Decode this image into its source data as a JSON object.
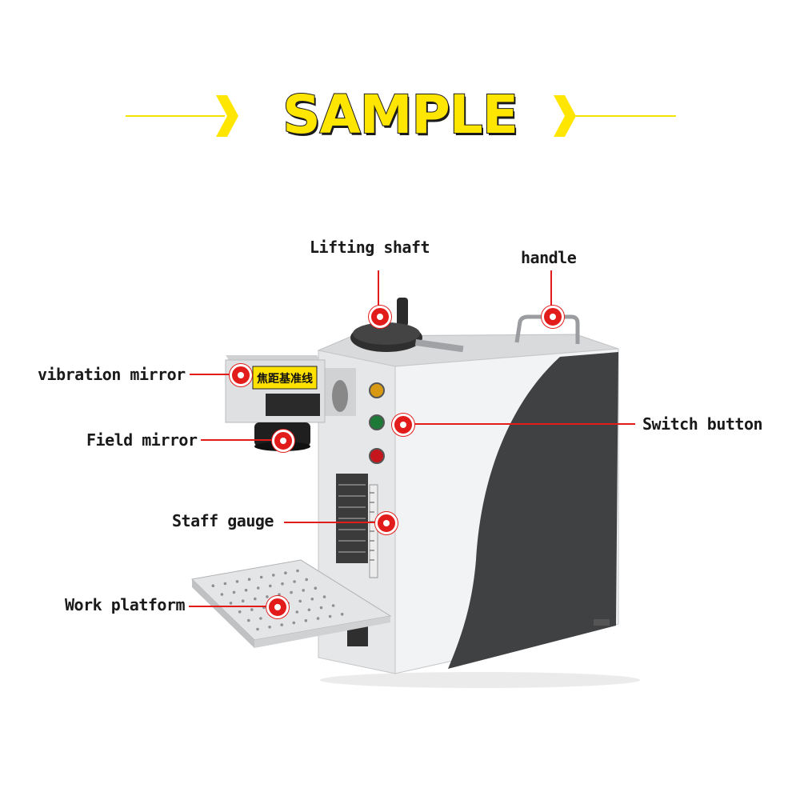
{
  "header": {
    "title": "SAMPLE",
    "accent_color": "#ffe600",
    "left_icon": "chevron-right-icon",
    "right_icon": "chevron-right-icon"
  },
  "labels": {
    "lifting_shaft": "Lifting shaft",
    "handle": "handle",
    "vibration_mirror": "vibration mirror",
    "field_mirror": "Field mirror",
    "switch_button": "Switch button",
    "staff_gauge": "Staff gauge",
    "work_platform": "Work platform"
  },
  "machine": {
    "head_plate_text": "焦距基准线",
    "callout_color": "#e21b1b"
  }
}
